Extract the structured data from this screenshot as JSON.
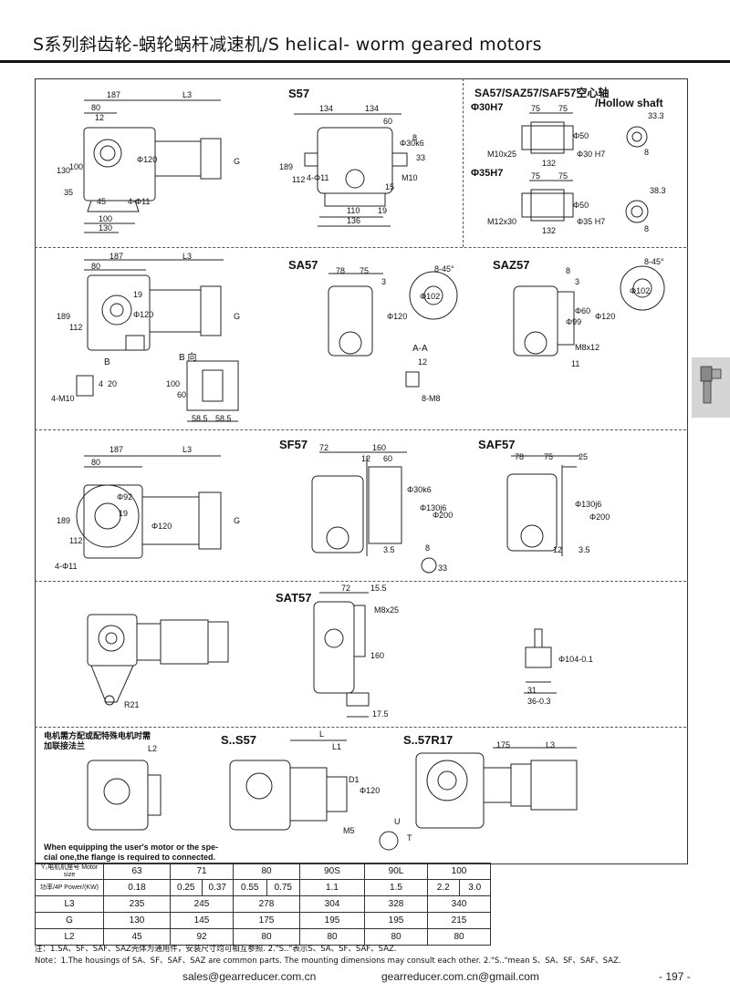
{
  "header": {
    "title": "S系列斜齿轮-蜗轮蜗杆减速机/S helical- worm geared motors"
  },
  "sections": {
    "s57": "S57",
    "hollow": "SA57/SAZ57/SAF57空心轴",
    "hollow_en": "/Hollow shaft",
    "phi30": "Φ30H7",
    "phi35": "Φ35H7",
    "sa57": "SA57",
    "saz57": "SAZ57",
    "aa": "A-A",
    "b_dir": "B 向",
    "b": "B",
    "sf57": "SF57",
    "saf57": "SAF57",
    "sat57": "SAT57",
    "ss57": "S..S57",
    "sr17": "S..57R17",
    "motor_note_cn_1": "电机需方配或配特殊电机时需",
    "motor_note_cn_2": "加联接法兰",
    "motor_note_en_1": "When equipping the user's motor or the spe-",
    "motor_note_en_2": "cial one,the flange is required to connected."
  },
  "dims": {
    "d187": "187",
    "d80": "80",
    "d12": "12",
    "L3": "L3",
    "d130": "130",
    "d100": "100",
    "d35": "35",
    "d45": "45",
    "d4phi11": "4-Φ11",
    "phi120": "Φ120",
    "G": "G",
    "d134": "134",
    "d60": "60",
    "phi30k6": "Φ30k6",
    "d8": "8",
    "d33": "33",
    "d189": "189",
    "d112": "112",
    "M10": "M10",
    "d15": "15",
    "d110": "110",
    "d136": "136",
    "d19": "19",
    "d75": "75",
    "d33_3": "33.3",
    "phi50": "Φ50",
    "phi30H7": "Φ30 H7",
    "M10x25": "M10x25",
    "d132": "132",
    "d38_3": "38.3",
    "phi35H7": "Φ35 H7",
    "M12x30": "M12x30",
    "d78": "78",
    "d3": "3",
    "d8x45": "8-45°",
    "phi102": "Φ102",
    "phi60": "Φ60",
    "phi99": "Φ99",
    "M8x12": "M8x12",
    "d11": "11",
    "d4M10": "4-M10",
    "d4": "4",
    "d20": "20",
    "d60b": "60",
    "d58_5": "58.5",
    "d8M8": "8-M8",
    "d72": "72",
    "d160": "160",
    "phi130j6": "Φ130j6",
    "phi200": "Φ200",
    "d3_5": "3.5",
    "d25": "25",
    "phi92": "Φ92",
    "d15_5": "15.5",
    "M8x25": "M8x25",
    "d17_5": "17.5",
    "R21": "R21",
    "phi104": "Φ104-0.1",
    "d36": "36-0.3",
    "d31": "31",
    "L2": "L2",
    "L": "L",
    "L1": "L1",
    "D1": "D1",
    "M5": "M5",
    "U": "U",
    "T": "T",
    "d175": "175"
  },
  "table": {
    "rows": [
      {
        "head": "Y₂电机机座号 Motor size",
        "cells": [
          "63",
          "71",
          "80",
          "90S",
          "90L",
          "100"
        ]
      },
      {
        "head": "功率/4P Power/(KW)",
        "cells": [
          "0.18",
          "0.25",
          "0.37",
          "0.55",
          "0.75",
          "1.1",
          "1.5",
          "2.2",
          "3.0"
        ]
      },
      {
        "head": "L3",
        "cells": [
          "235",
          "245",
          "278",
          "304",
          "328",
          "340"
        ]
      },
      {
        "head": "G",
        "cells": [
          "130",
          "145",
          "175",
          "195",
          "195",
          "215"
        ]
      },
      {
        "head": "L2",
        "cells": [
          "45",
          "92",
          "80",
          "80",
          "80",
          "80"
        ]
      }
    ]
  },
  "notes": {
    "cn": "注：1.SA、SF、SAF、SAZ壳体为通用件，安装尺寸均可相互参照.   2.\"S..\"表示S、SA、SF、SAF、SAZ.",
    "en": "Note：1.The housings of SA、SF、SAF、SAZ are common parts. The mounting dimensions may consult each other.    2.\"S..\"mean S、SA、SF、SAF、SAZ."
  },
  "footer": {
    "email1": "sales@gearreducer.com.cn",
    "email2": "gearreducer.com.cn@gmail.com",
    "page": "- 197 -"
  }
}
